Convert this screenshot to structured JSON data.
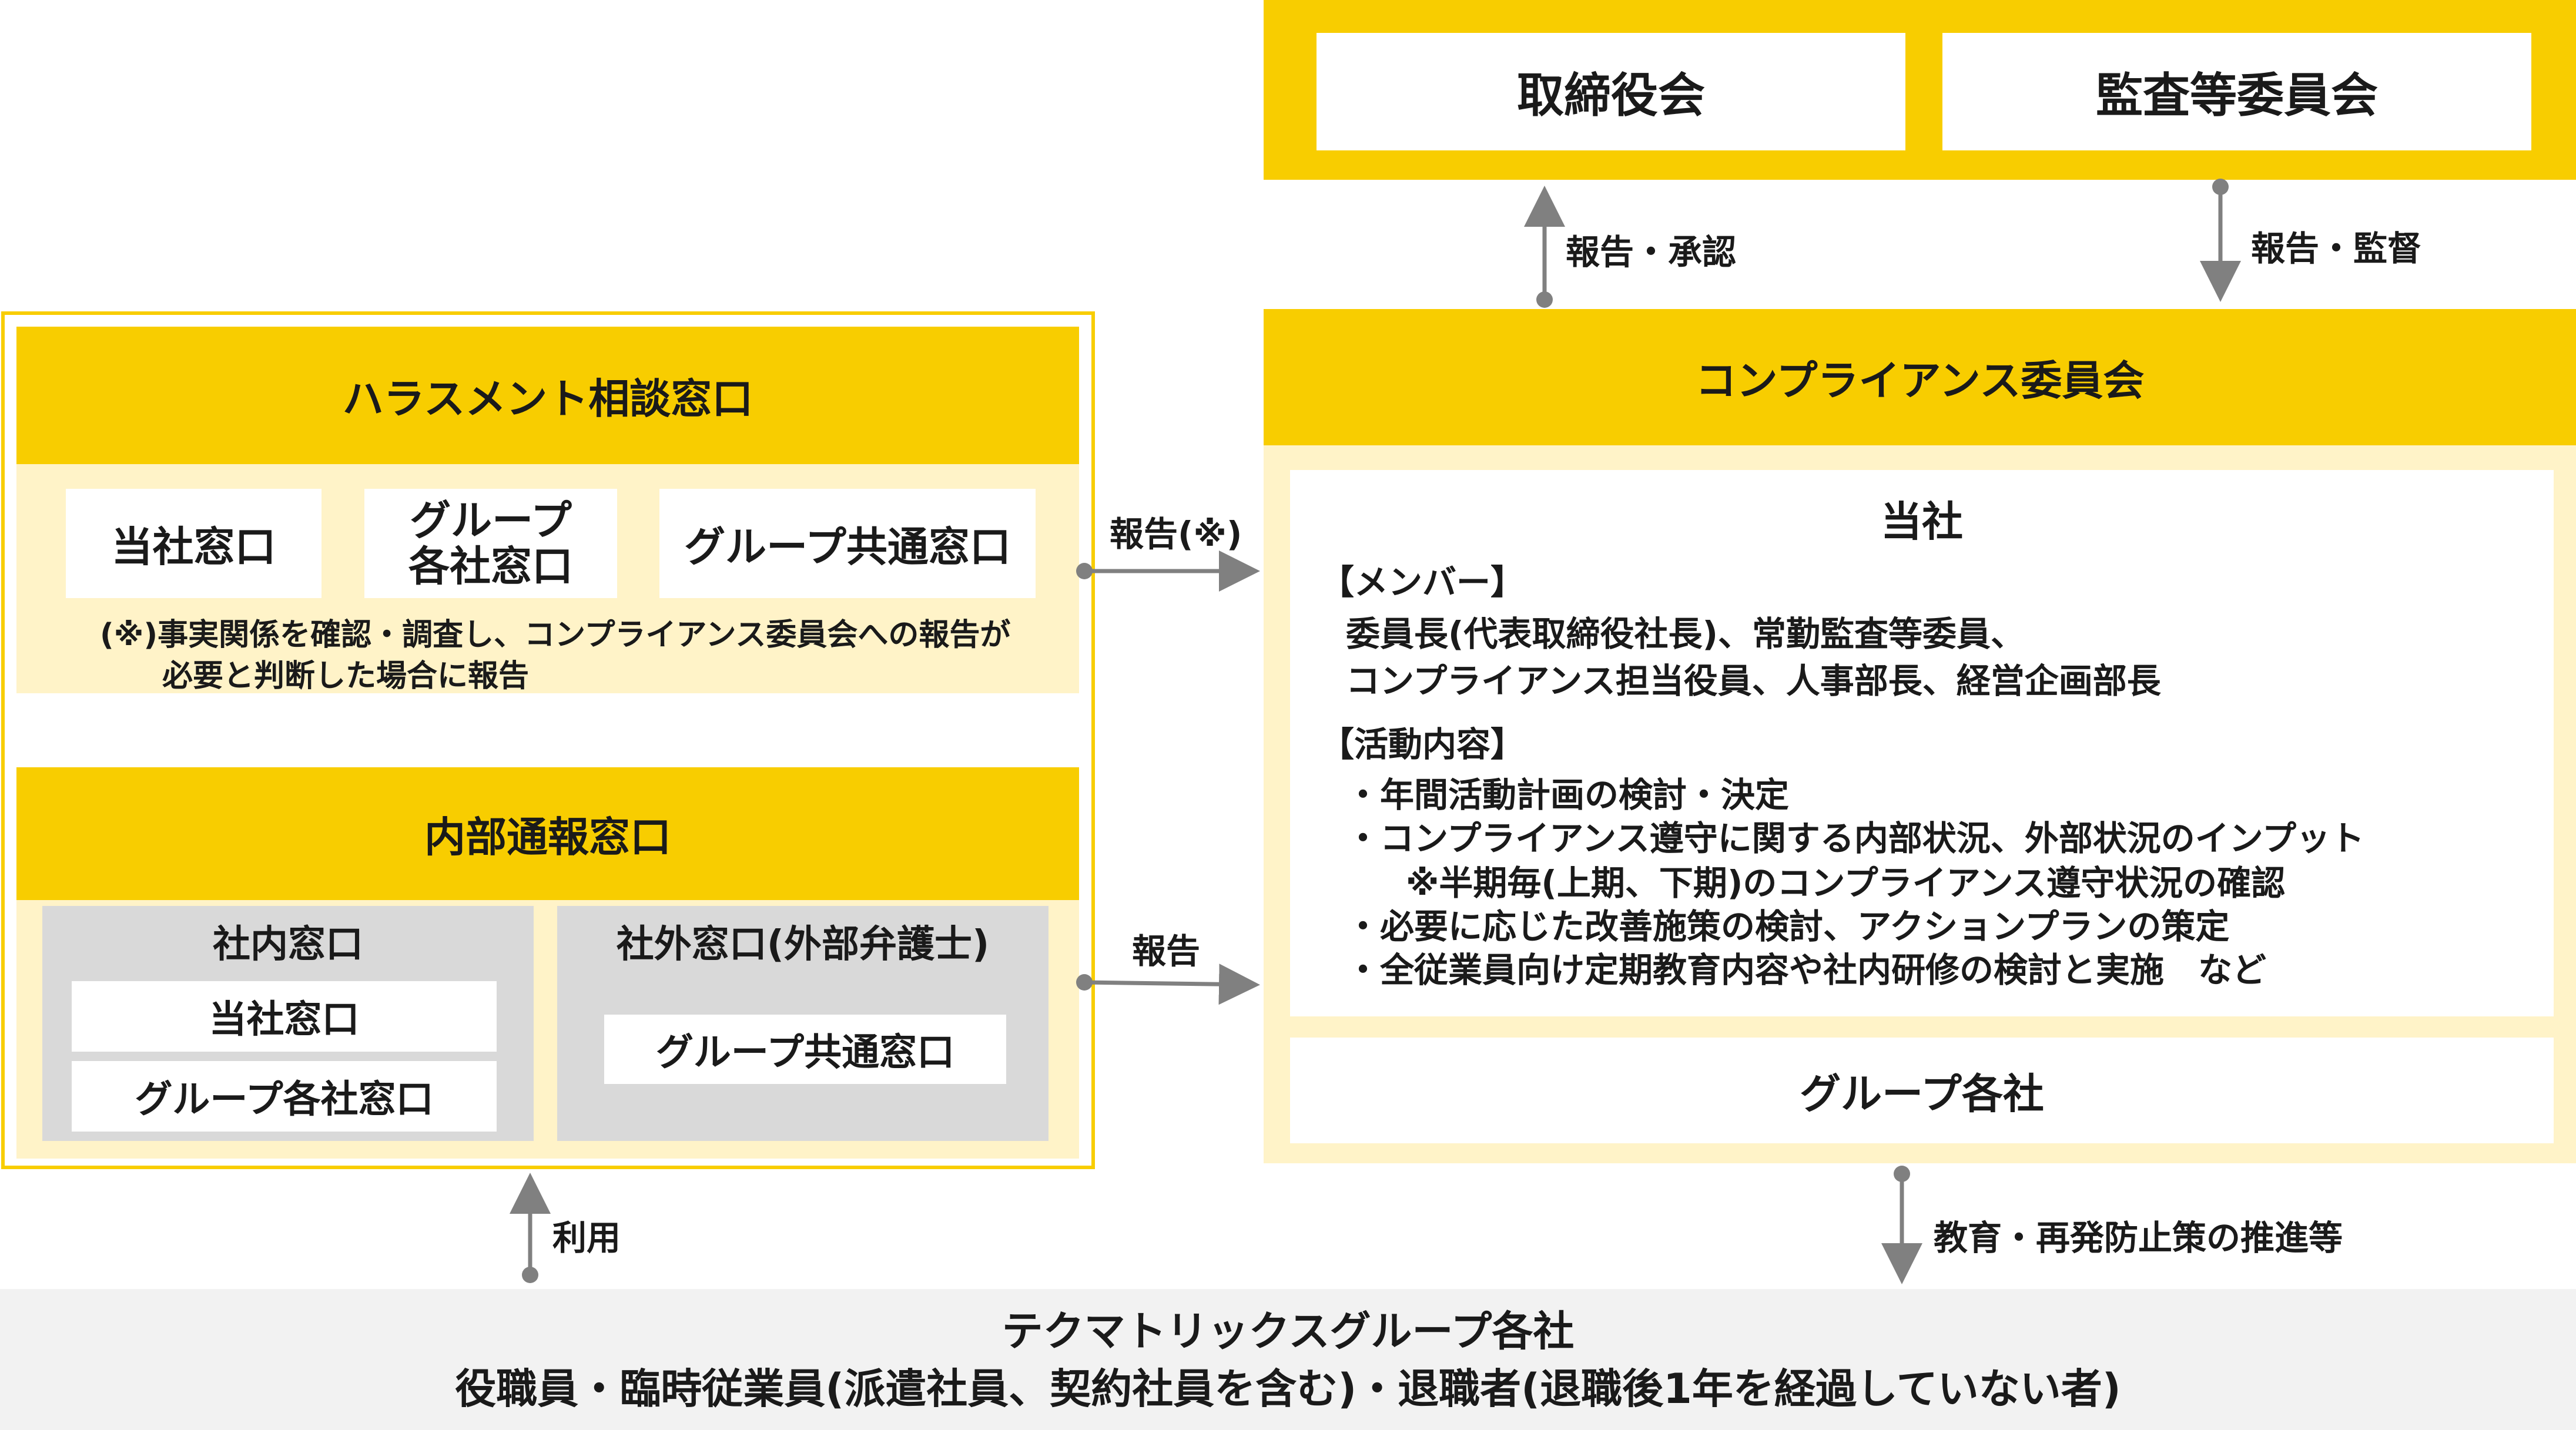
{
  "colors": {
    "accent_yellow": "#f8cd00",
    "light_yellow": "#fff3c8",
    "panel_grey": "#d9d9d9",
    "footer_grey": "#f2f2f2",
    "arrow_grey": "#808080"
  },
  "top": {
    "board": "取締役会",
    "audit": "監査等委員会"
  },
  "arrows": {
    "report_approve": "報告・承認",
    "report_supervise": "報告・監督",
    "report_note": "報告(※)",
    "report": "報告",
    "use": "利用",
    "education": "教育・再発防止策の推進等"
  },
  "harassment": {
    "title": "ハラスメント相談窓口",
    "box1": "当社窓口",
    "box2_line1": "グループ",
    "box2_line2": "各社窓口",
    "box3": "グループ共通窓口",
    "note_line1": "(※)事実関係を確認・調査し、コンプライアンス委員会への報告が",
    "note_line2": "必要と判断した場合に報告"
  },
  "whistle": {
    "title": "内部通報窓口",
    "internal_title": "社内窓口",
    "internal_box1": "当社窓口",
    "internal_box2": "グループ各社窓口",
    "external_title": "社外窓口(外部弁護士)",
    "external_box": "グループ共通窓口"
  },
  "committee": {
    "title": "コンプライアンス委員会",
    "company_title": "当社",
    "members_heading": "【メンバー】",
    "members_line1": "委員長(代表取締役社長)、常勤監査等委員、",
    "members_line2": "コンプライアンス担当役員、人事部長、経営企画部長",
    "activities_heading": "【活動内容】",
    "activities": [
      "・年間活動計画の検討・決定",
      "・コンプライアンス遵守に関する内部状況、外部状況のインプット",
      "※半期毎(上期、下期)のコンプライアンス遵守状況の確認",
      "・必要に応じた改善施策の検討、アクションプランの策定",
      "・全従業員向け定期教育内容や社内研修の検討と実施　など"
    ],
    "group": "グループ各社"
  },
  "footer": {
    "line1": "テクマトリックスグループ各社",
    "line2": "役職員・臨時従業員(派遣社員、契約社員を含む)・退職者(退職後1年を経過していない者)"
  }
}
